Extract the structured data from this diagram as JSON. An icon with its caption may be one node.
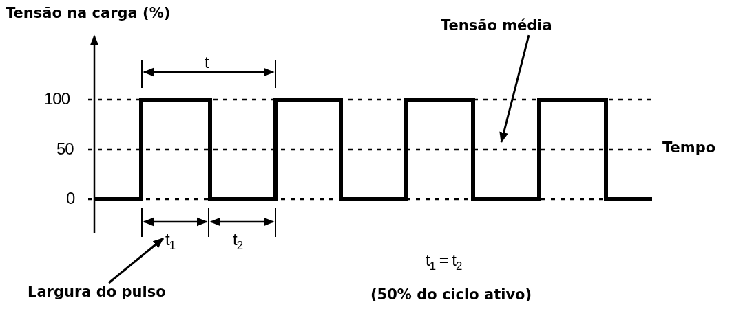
{
  "diagram": {
    "nodes": [
      {
        "text": [
          "Tensão média"
        ]
      },
      {
        "text": [
          "Largura do pulso"
        ]
      },
      {
        "text": [
          "t$_{1}$"
        ]
      }
    ],
    "edges": [
      {
        "from": 0,
        "to": null,
        "arrow": "to"
      },
      {
        "from": 1,
        "to": 2,
        "arrow": "to"
      }
    ],
    "labels": [
      "Tensão na carga (%)",
      "t",
      "100",
      "50",
      "0",
      "Tempo",
      "t$_{2}$",
      "t$_{1}$ = t$_{2}$",
      "(50% do ciclo ativo)"
    ]
  }
}
